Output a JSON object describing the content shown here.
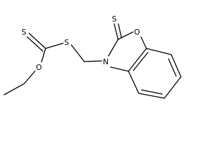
{
  "molecule": {
    "atoms": {
      "thione_s_left": "S",
      "thioether_s": "S",
      "ether_o": "O",
      "thione_s_ring": "S",
      "ring_o": "O",
      "ring_n": "N"
    }
  }
}
